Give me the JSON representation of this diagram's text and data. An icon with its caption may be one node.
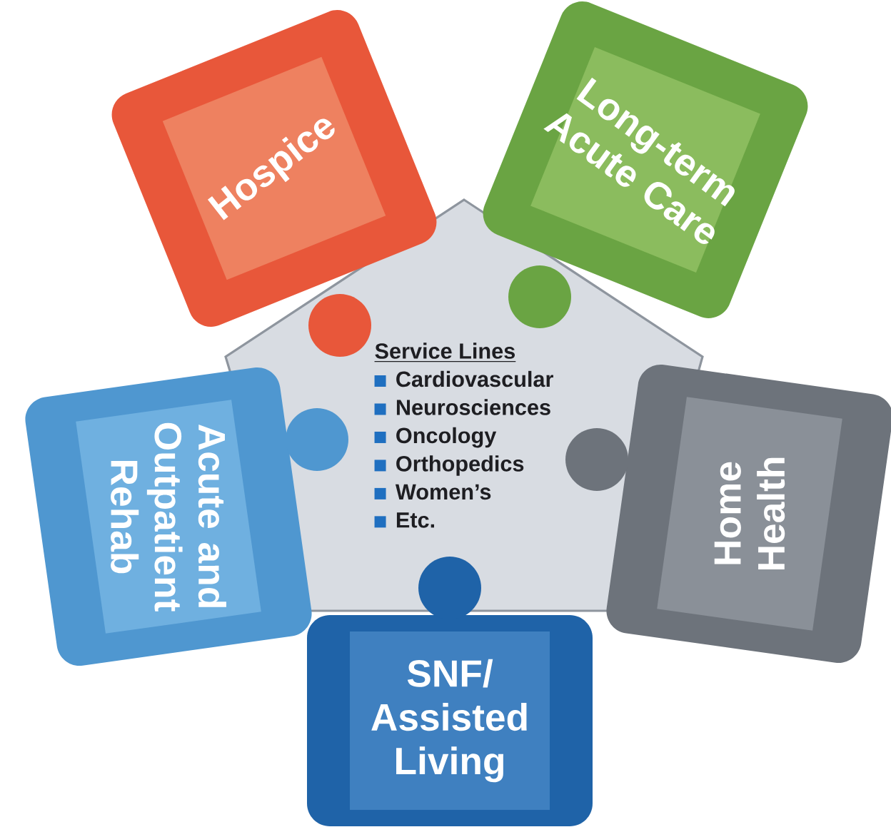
{
  "diagram": {
    "nodes": [
      {
        "text": [
          "Service Lines",
          "Cardiovascular",
          "Neurosciences",
          "Oncology",
          "Orthopedics",
          "Women’s",
          "Etc."
        ]
      },
      {
        "text": [
          "Hospice"
        ]
      },
      {
        "text": [
          "Long-term Acute Care"
        ]
      },
      {
        "text": [
          "Acute and Outpatient Rehab"
        ]
      },
      {
        "text": [
          "Home Health"
        ]
      },
      {
        "text": [
          "SNF/ Assisted Living"
        ]
      }
    ]
  }
}
